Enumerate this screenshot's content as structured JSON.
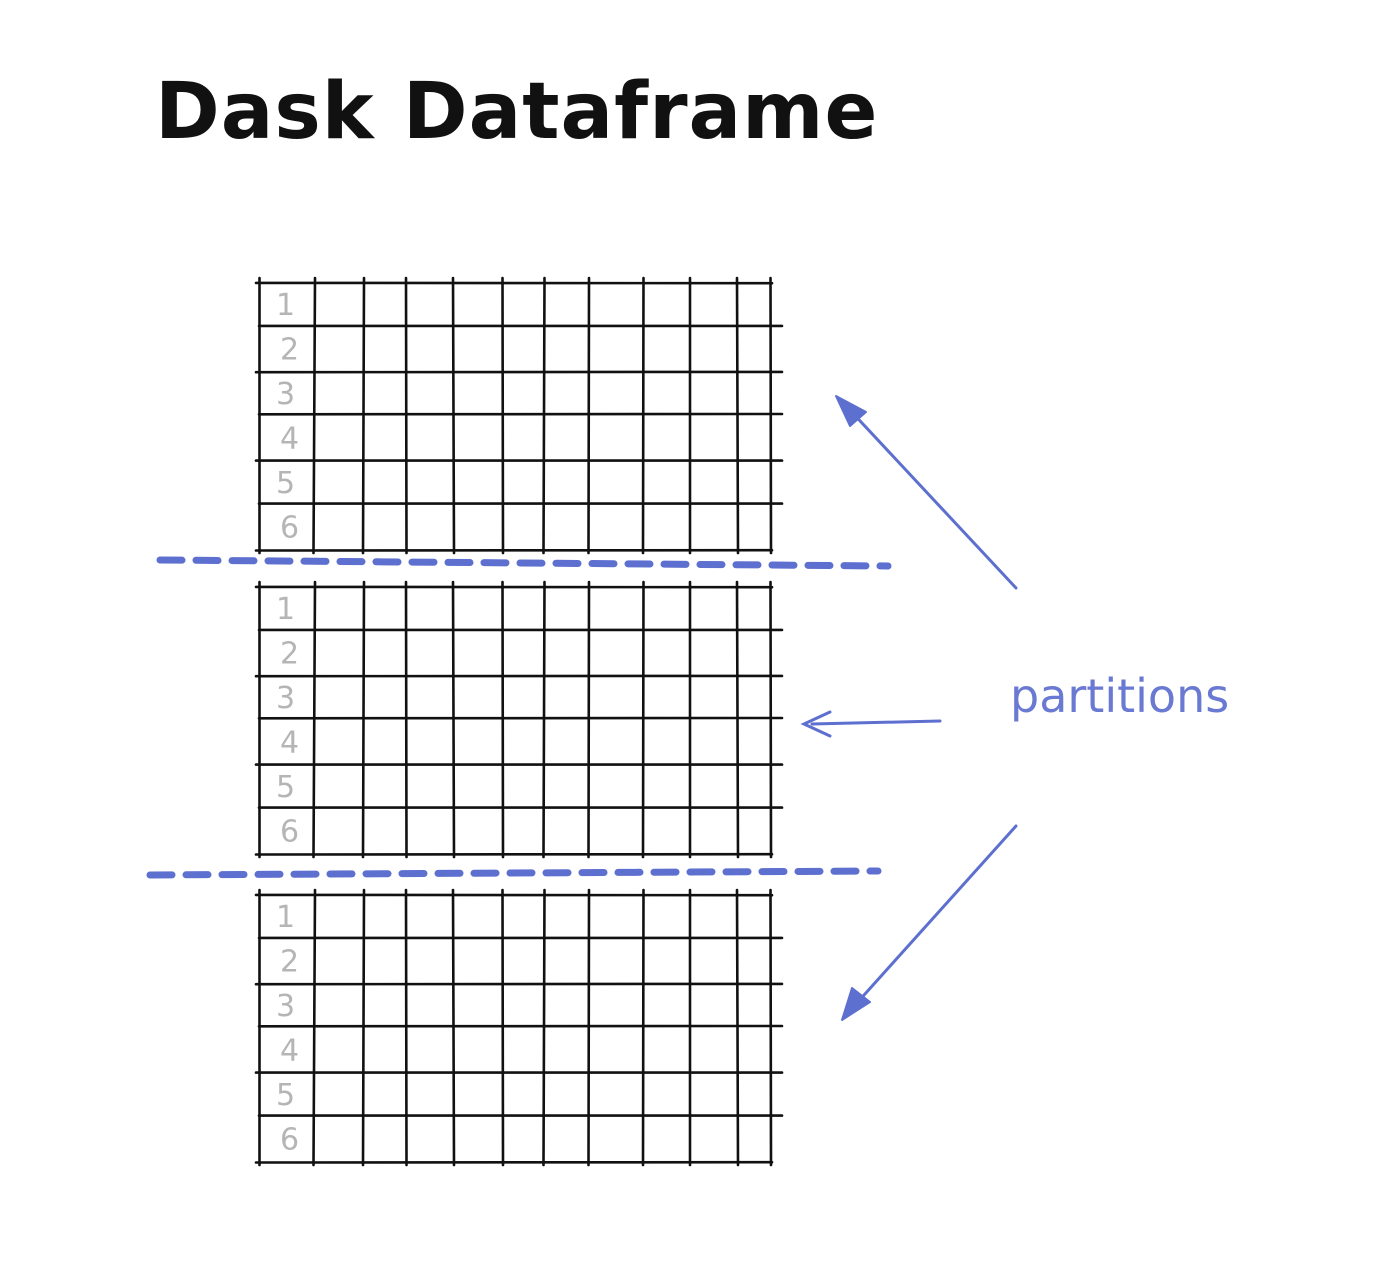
{
  "title": "Dask Dataframe",
  "label": "partitions",
  "colors": {
    "ink": "#111111",
    "accent": "#5d6fcf",
    "row_number": "#b5b5b5"
  },
  "partitions": [
    {
      "rows": [
        "1",
        "2",
        "3",
        "4",
        "5",
        "6"
      ]
    },
    {
      "rows": [
        "1",
        "2",
        "3",
        "4",
        "5",
        "6"
      ]
    },
    {
      "rows": [
        "1",
        "2",
        "3",
        "4",
        "5",
        "6"
      ]
    }
  ]
}
